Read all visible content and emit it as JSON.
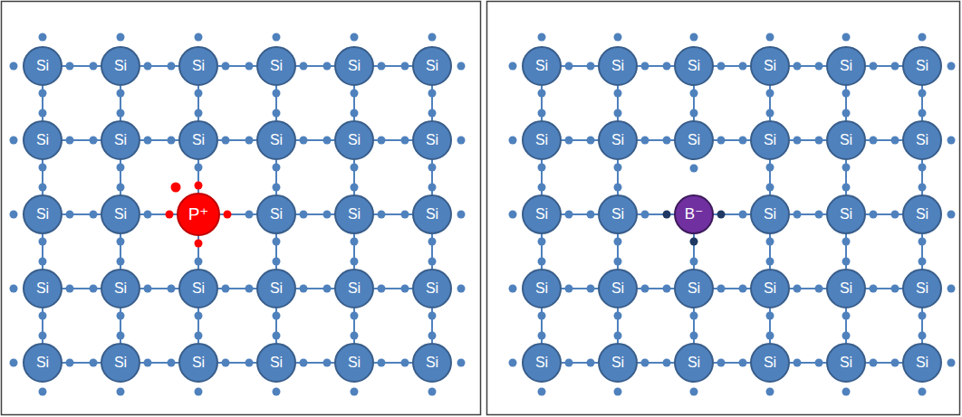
{
  "diagram": {
    "nodes": [
      {
        "text": [
          "Si"
        ]
      },
      {
        "text": [
          "Si"
        ]
      },
      {
        "text": [
          "Si"
        ]
      },
      {
        "text": [
          "Si"
        ]
      },
      {
        "text": [
          "Si"
        ]
      },
      {
        "text": [
          "Si"
        ]
      },
      {
        "text": [
          "Si"
        ]
      },
      {
        "text": [
          "Si"
        ]
      },
      {
        "text": [
          "Si"
        ]
      },
      {
        "text": [
          "Si"
        ]
      },
      {
        "text": [
          "Si"
        ]
      },
      {
        "text": [
          "Si"
        ]
      },
      {
        "text": [
          "Si"
        ]
      },
      {
        "text": [
          "Si"
        ]
      },
      {
        "text": [
          "P⁺"
        ]
      },
      {
        "text": [
          "Si"
        ]
      },
      {
        "text": [
          "Si"
        ]
      },
      {
        "text": [
          "Si"
        ]
      },
      {
        "text": [
          "Si"
        ]
      },
      {
        "text": [
          "Si"
        ]
      },
      {
        "text": [
          "Si"
        ]
      },
      {
        "text": [
          "Si"
        ]
      },
      {
        "text": [
          "Si"
        ]
      },
      {
        "text": [
          "Si"
        ]
      },
      {
        "text": [
          "Si"
        ]
      },
      {
        "text": [
          "Si"
        ]
      },
      {
        "text": [
          "Si"
        ]
      },
      {
        "text": [
          "Si"
        ]
      },
      {
        "text": [
          "Si"
        ]
      },
      {
        "text": [
          "Si"
        ]
      },
      {
        "text": [
          "Si"
        ]
      },
      {
        "text": [
          "Si"
        ]
      },
      {
        "text": [
          "Si"
        ]
      },
      {
        "text": [
          "Si"
        ]
      },
      {
        "text": [
          "Si"
        ]
      },
      {
        "text": [
          "Si"
        ]
      },
      {
        "text": [
          "Si"
        ]
      },
      {
        "text": [
          "Si"
        ]
      },
      {
        "text": [
          "Si"
        ]
      },
      {
        "text": [
          "Si"
        ]
      },
      {
        "text": [
          "Si"
        ]
      },
      {
        "text": [
          "Si"
        ]
      },
      {
        "text": [
          "Si"
        ]
      },
      {
        "text": [
          "Si"
        ]
      },
      {
        "text": [
          "B⁻"
        ]
      },
      {
        "text": [
          "Si"
        ]
      },
      {
        "text": [
          "Si"
        ]
      },
      {
        "text": [
          "Si"
        ]
      },
      {
        "text": [
          "Si"
        ]
      },
      {
        "text": [
          "Si"
        ]
      },
      {
        "text": [
          "Si"
        ]
      },
      {
        "text": [
          "Si"
        ]
      },
      {
        "text": [
          "Si"
        ]
      },
      {
        "text": [
          "Si"
        ]
      },
      {
        "text": [
          "Si"
        ]
      },
      {
        "text": [
          "Si"
        ]
      },
      {
        "text": [
          "Si"
        ]
      },
      {
        "text": [
          "Si"
        ]
      },
      {
        "text": [
          "Si"
        ]
      },
      {
        "text": [
          "Si"
        ]
      }
    ],
    "edges": [
      {
        "from": 0,
        "to": 1,
        "arrow": "none"
      },
      {
        "from": 1,
        "to": 2,
        "arrow": "none"
      },
      {
        "from": 2,
        "to": 3,
        "arrow": "none"
      },
      {
        "from": 3,
        "to": 4,
        "arrow": "none"
      },
      {
        "from": 4,
        "to": 5,
        "arrow": "none"
      },
      {
        "from": 6,
        "to": 7,
        "arrow": "none"
      },
      {
        "from": 7,
        "to": 8,
        "arrow": "none"
      },
      {
        "from": 8,
        "to": 9,
        "arrow": "none"
      },
      {
        "from": 9,
        "to": 10,
        "arrow": "none"
      },
      {
        "from": 10,
        "to": 11,
        "arrow": "none"
      },
      {
        "from": 12,
        "to": 13,
        "arrow": "none"
      },
      {
        "from": 13,
        "to": 14,
        "arrow": "none"
      },
      {
        "from": 14,
        "to": 15,
        "arrow": "none"
      },
      {
        "from": 15,
        "to": 16,
        "arrow": "none"
      },
      {
        "from": 16,
        "to": 17,
        "arrow": "none"
      },
      {
        "from": 18,
        "to": 19,
        "arrow": "none"
      },
      {
        "from": 19,
        "to": 20,
        "arrow": "none"
      },
      {
        "from": 20,
        "to": 21,
        "arrow": "none"
      },
      {
        "from": 21,
        "to": 22,
        "arrow": "none"
      },
      {
        "from": 22,
        "to": 23,
        "arrow": "none"
      },
      {
        "from": 24,
        "to": 25,
        "arrow": "none"
      },
      {
        "from": 25,
        "to": 26,
        "arrow": "none"
      },
      {
        "from": 26,
        "to": 27,
        "arrow": "none"
      },
      {
        "from": 27,
        "to": 28,
        "arrow": "none"
      },
      {
        "from": 28,
        "to": 29,
        "arrow": "none"
      },
      {
        "from": 0,
        "to": 6,
        "arrow": "none"
      },
      {
        "from": 1,
        "to": 7,
        "arrow": "none"
      },
      {
        "from": 2,
        "to": 8,
        "arrow": "none"
      },
      {
        "from": 3,
        "to": 9,
        "arrow": "none"
      },
      {
        "from": 4,
        "to": 10,
        "arrow": "none"
      },
      {
        "from": 5,
        "to": 11,
        "arrow": "none"
      },
      {
        "from": 6,
        "to": 12,
        "arrow": "none"
      },
      {
        "from": 7,
        "to": 13,
        "arrow": "none"
      },
      {
        "from": 8,
        "to": 14,
        "arrow": "none"
      },
      {
        "from": 9,
        "to": 15,
        "arrow": "none"
      },
      {
        "from": 10,
        "to": 16,
        "arrow": "none"
      },
      {
        "from": 11,
        "to": 17,
        "arrow": "none"
      },
      {
        "from": 12,
        "to": 18,
        "arrow": "none"
      },
      {
        "from": 13,
        "to": 19,
        "arrow": "none"
      },
      {
        "from": 14,
        "to": 20,
        "arrow": "none"
      },
      {
        "from": 15,
        "to": 21,
        "arrow": "none"
      },
      {
        "from": 16,
        "to": 22,
        "arrow": "none"
      },
      {
        "from": 17,
        "to": 23,
        "arrow": "none"
      },
      {
        "from": 18,
        "to": 24,
        "arrow": "none"
      },
      {
        "from": 19,
        "to": 25,
        "arrow": "none"
      },
      {
        "from": 20,
        "to": 26,
        "arrow": "none"
      },
      {
        "from": 21,
        "to": 27,
        "arrow": "none"
      },
      {
        "from": 22,
        "to": 28,
        "arrow": "none"
      },
      {
        "from": 23,
        "to": 29,
        "arrow": "none"
      },
      {
        "from": 30,
        "to": 31,
        "arrow": "none"
      },
      {
        "from": 31,
        "to": 32,
        "arrow": "none"
      },
      {
        "from": 32,
        "to": 33,
        "arrow": "none"
      },
      {
        "from": 33,
        "to": 34,
        "arrow": "none"
      },
      {
        "from": 34,
        "to": 35,
        "arrow": "none"
      },
      {
        "from": 36,
        "to": 37,
        "arrow": "none"
      },
      {
        "from": 37,
        "to": 38,
        "arrow": "none"
      },
      {
        "from": 38,
        "to": 39,
        "arrow": "none"
      },
      {
        "from": 39,
        "to": 40,
        "arrow": "none"
      },
      {
        "from": 40,
        "to": 41,
        "arrow": "none"
      },
      {
        "from": 42,
        "to": 43,
        "arrow": "none"
      },
      {
        "from": 43,
        "to": 44,
        "arrow": "none"
      },
      {
        "from": 44,
        "to": 45,
        "arrow": "none"
      },
      {
        "from": 45,
        "to": 46,
        "arrow": "none"
      },
      {
        "from": 46,
        "to": 47,
        "arrow": "none"
      },
      {
        "from": 48,
        "to": 49,
        "arrow": "none"
      },
      {
        "from": 49,
        "to": 50,
        "arrow": "none"
      },
      {
        "from": 50,
        "to": 51,
        "arrow": "none"
      },
      {
        "from": 51,
        "to": 52,
        "arrow": "none"
      },
      {
        "from": 52,
        "to": 53,
        "arrow": "none"
      },
      {
        "from": 54,
        "to": 55,
        "arrow": "none"
      },
      {
        "from": 55,
        "to": 56,
        "arrow": "none"
      },
      {
        "from": 56,
        "to": 57,
        "arrow": "none"
      },
      {
        "from": 57,
        "to": 58,
        "arrow": "none"
      },
      {
        "from": 58,
        "to": 59,
        "arrow": "none"
      },
      {
        "from": 30,
        "to": 36,
        "arrow": "none"
      },
      {
        "from": 31,
        "to": 37,
        "arrow": "none"
      },
      {
        "from": 32,
        "to": 38,
        "arrow": "none"
      },
      {
        "from": 33,
        "to": 39,
        "arrow": "none"
      },
      {
        "from": 34,
        "to": 40,
        "arrow": "none"
      },
      {
        "from": 35,
        "to": 41,
        "arrow": "none"
      },
      {
        "from": 36,
        "to": 42,
        "arrow": "none"
      },
      {
        "from": 37,
        "to": 43,
        "arrow": "none"
      },
      {
        "from": 39,
        "to": 45,
        "arrow": "none"
      },
      {
        "from": 40,
        "to": 46,
        "arrow": "none"
      },
      {
        "from": 41,
        "to": 47,
        "arrow": "none"
      },
      {
        "from": 42,
        "to": 48,
        "arrow": "none"
      },
      {
        "from": 43,
        "to": 49,
        "arrow": "none"
      },
      {
        "from": 44,
        "to": 50,
        "arrow": "none"
      },
      {
        "from": 45,
        "to": 51,
        "arrow": "none"
      },
      {
        "from": 46,
        "to": 52,
        "arrow": "none"
      },
      {
        "from": 47,
        "to": 53,
        "arrow": "none"
      },
      {
        "from": 48,
        "to": 54,
        "arrow": "none"
      },
      {
        "from": 49,
        "to": 55,
        "arrow": "none"
      },
      {
        "from": 50,
        "to": 56,
        "arrow": "none"
      },
      {
        "from": 51,
        "to": 57,
        "arrow": "none"
      },
      {
        "from": 52,
        "to": 58,
        "arrow": "none"
      },
      {
        "from": 53,
        "to": 59,
        "arrow": "none"
      }
    ]
  }
}
